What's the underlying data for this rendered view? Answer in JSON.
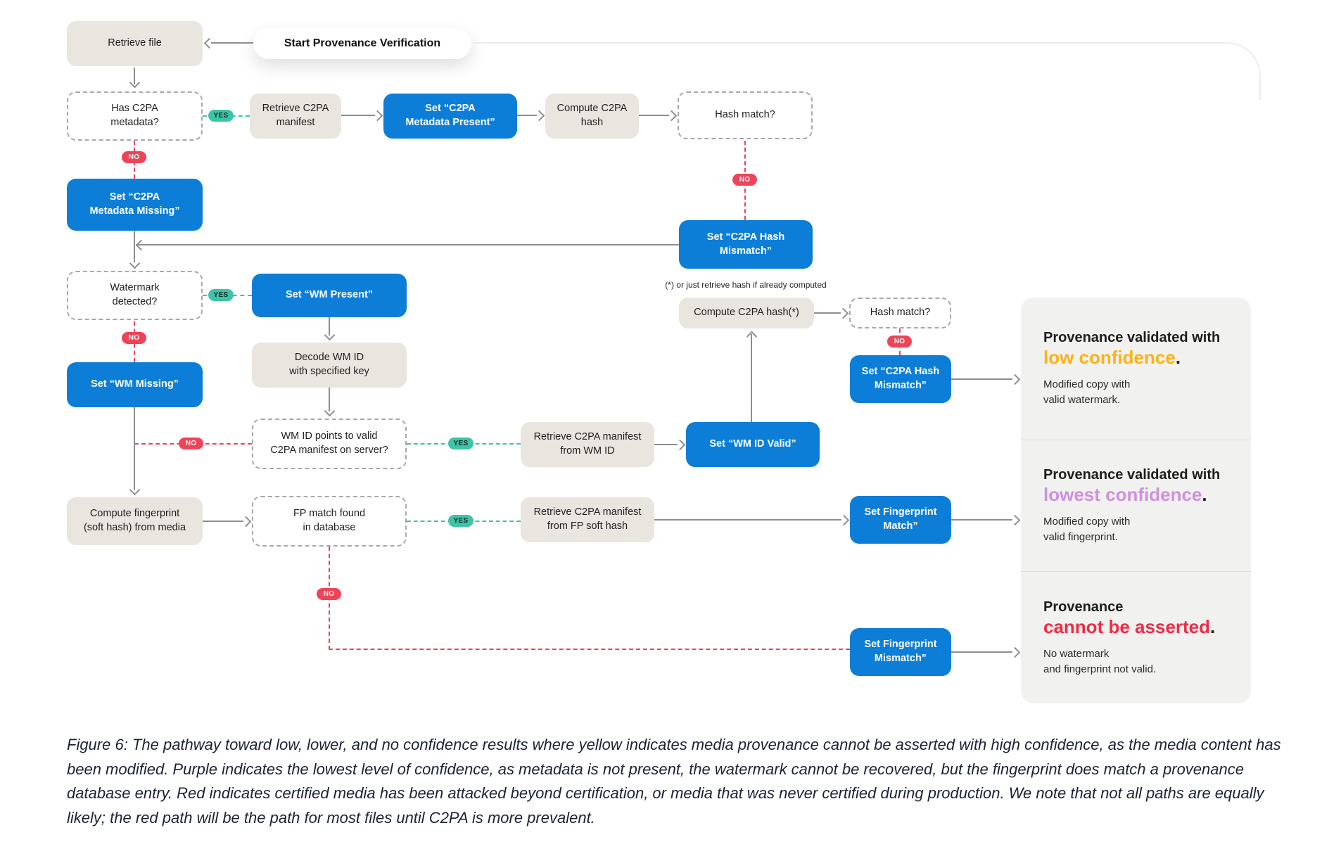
{
  "labels": {
    "yes": "YES",
    "no": "NO"
  },
  "colors": {
    "action_blue": "#0d7ed8",
    "yes_teal": "#3ec3a7",
    "no_red": "#ef4358",
    "low_confidence_yellow": "#fcb216",
    "lowest_confidence_purple": "#cf90dd",
    "cannot_assert_red": "#ee2b47"
  },
  "nodes": {
    "start": "Start Provenance Verification",
    "retrieve_file": "Retrieve file",
    "has_c2pa": "Has C2PA\nmetadata?",
    "retrieve_manifest": "Retrieve C2PA\nmanifest",
    "set_metadata_present": "Set “C2PA\nMetadata Present”",
    "compute_hash": "Compute C2PA\nhash",
    "hash_match_1": "Hash match?",
    "set_metadata_missing": "Set “C2PA\nMetadata Missing”",
    "set_hash_mismatch_1": "Set “C2PA Hash\nMismatch”",
    "watermark_detected": "Watermark\ndetected?",
    "set_wm_present": "Set “WM Present”",
    "set_wm_missing": "Set “WM Missing”",
    "decode_wm": "Decode WM ID\nwith specified key",
    "wm_id_valid_q": "WM ID points to valid\nC2PA manifest on server?",
    "retrieve_manifest_wm": "Retrieve C2PA manifest\nfrom WM ID",
    "set_wm_id_valid": "Set “WM ID Valid”",
    "compute_hash_2": "Compute C2PA hash(*)",
    "hash_match_2": "Hash match?",
    "set_hash_mismatch_2": "Set “C2PA Hash\nMismatch”",
    "compute_fp": "Compute fingerprint\n(soft hash) from media",
    "fp_match": "FP match found\nin database",
    "retrieve_manifest_fp": "Retrieve C2PA manifest\nfrom FP soft hash",
    "set_fp_match": "Set Fingerprint\nMatch”",
    "set_fp_mismatch": "Set Fingerprint\nMismatch”"
  },
  "footnote": "(*) or just retrieve hash if already computed",
  "panels": [
    {
      "title": "Provenance validated with",
      "highlight": "low confidence",
      "period": ".",
      "body": "Modified copy with\nvalid watermark.",
      "color": "#fcb216"
    },
    {
      "title": "Provenance validated with",
      "highlight": "lowest confidence",
      "period": ".",
      "body": "Modified copy with\nvalid fingerprint.",
      "color": "#cf90dd"
    },
    {
      "title": "Provenance",
      "highlight": "cannot be asserted",
      "period": ".",
      "body": "No watermark\nand fingerprint not valid.",
      "color": "#ee2b47"
    }
  ],
  "caption": "Figure 6: The pathway toward low, lower, and no confidence results where yellow indicates media provenance cannot be asserted with high confidence, as the media content has been modified. Purple indicates the lowest level of confidence, as metadata is not present, the watermark cannot be recovered, but the fingerprint does match a provenance database entry. Red indicates certified media has been attacked beyond certification, or media that was never certified during production. We note that not all paths are equally likely; the red path will be the path for most files until C2PA is more prevalent."
}
